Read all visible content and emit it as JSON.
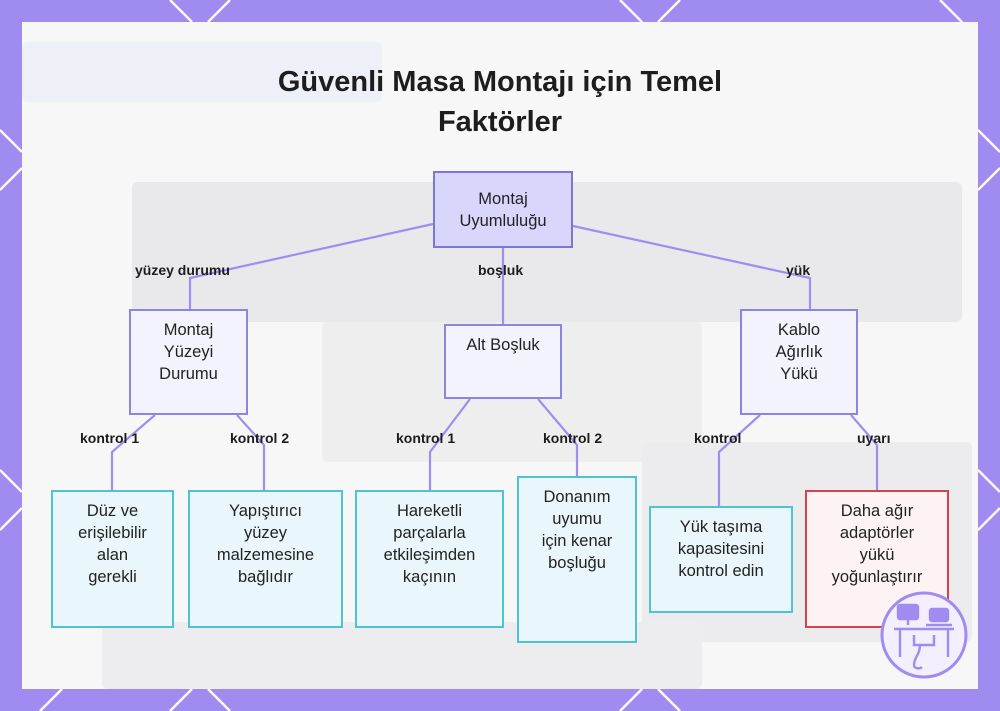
{
  "diagram": {
    "title_line1": "Güvenli Masa Montajı için Temel",
    "title_line2": "Faktörler",
    "root": {
      "lines": [
        "Montaj",
        "Uyumluluğu"
      ]
    },
    "branches": [
      {
        "edge_label": "yüzey durumu",
        "lines": [
          "Montaj",
          "Yüzeyi",
          "Durumu"
        ]
      },
      {
        "edge_label": "boşluk",
        "lines": [
          "Alt Boşluk"
        ]
      },
      {
        "edge_label": "yük",
        "lines": [
          "Kablo",
          "Ağırlık",
          "Yükü"
        ]
      }
    ],
    "leaves": [
      {
        "edge_label": "kontrol 1",
        "lines": [
          "Düz ve",
          "erişilebilir",
          "alan",
          "gerekli"
        ]
      },
      {
        "edge_label": "kontrol 2",
        "lines": [
          "Yapıştırıcı",
          "yüzey",
          "malzemesine",
          "bağlıdır"
        ]
      },
      {
        "edge_label": "kontrol 1",
        "lines": [
          "Hareketli",
          "parçalarla",
          "etkileşimden",
          "kaçının"
        ]
      },
      {
        "edge_label": "kontrol 2",
        "lines": [
          "Donanım",
          "uyumu",
          "için kenar",
          "boşluğu"
        ]
      },
      {
        "edge_label": "kontrol",
        "lines": [
          "Yük taşıma",
          "kapasitesini",
          "kontrol edin"
        ]
      },
      {
        "edge_label": "uyarı",
        "lines": [
          "Daha ağır",
          "adaptörler",
          "yükü",
          "yoğunlaştırır"
        ]
      }
    ]
  },
  "colors": {
    "frame": "#a08cf0",
    "root_fill": "#d9d6fb",
    "edge": "#9f8df0",
    "leaf_border": "#4fc3d6",
    "warn_border": "#d9404a"
  },
  "icons": {
    "logo": "desk-setup-icon"
  }
}
